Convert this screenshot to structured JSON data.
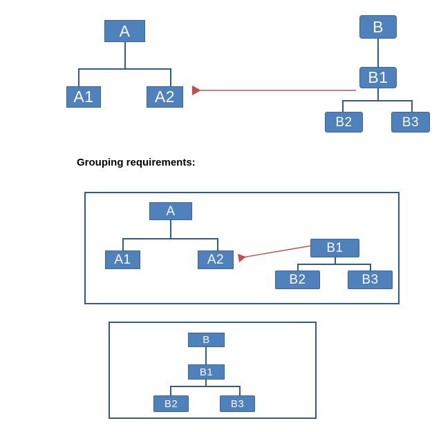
{
  "diagram": {
    "title_caption": "Grouping requirements:",
    "palette": {
      "node_fill": "#4F81BD",
      "node_border": "#3A6593",
      "node_text": "#FFFFFF",
      "connector": "#2E5B8A",
      "group_border": "#2E5B8A",
      "arrow": "#C0504D",
      "background": "#FFFFFF",
      "caption_text": "#000000"
    },
    "top_section": {
      "tree_a": {
        "root": {
          "label": "A"
        },
        "children": [
          {
            "label": "A1"
          },
          {
            "label": "A2"
          }
        ]
      },
      "tree_b": {
        "root": {
          "label": "B"
        },
        "level2": {
          "label": "B1"
        },
        "children": [
          {
            "label": "B2"
          },
          {
            "label": "B3"
          }
        ]
      },
      "arrow": {
        "name": "b1-to-a2-arrow",
        "direction": "right-to-left",
        "from": "B1",
        "to": "A2"
      }
    },
    "group_one": {
      "tree_a": {
        "root": {
          "label": "A"
        },
        "children": [
          {
            "label": "A1"
          },
          {
            "label": "A2"
          }
        ]
      },
      "tree_b1": {
        "root": {
          "label": "B1"
        },
        "children": [
          {
            "label": "B2"
          },
          {
            "label": "B3"
          }
        ]
      },
      "arrow": {
        "name": "b1-to-a2-arrow",
        "direction": "right-to-left",
        "from": "B1",
        "to": "A2"
      }
    },
    "group_two": {
      "tree_b": {
        "root": {
          "label": "B"
        },
        "level2": {
          "label": "B1"
        },
        "children": [
          {
            "label": "B2"
          },
          {
            "label": "B3"
          }
        ]
      }
    }
  }
}
